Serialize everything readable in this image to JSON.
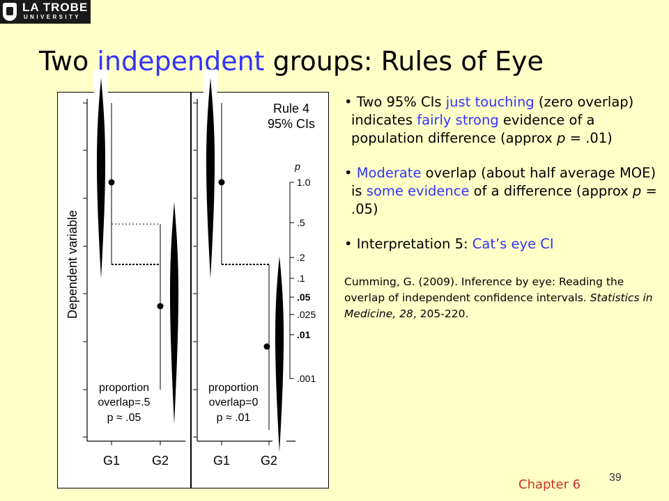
{
  "logo": {
    "line1": "LA TROBE",
    "line2": "UNIVERSITY"
  },
  "title": {
    "part1": "Two ",
    "highlight": "independent",
    "part2": " groups: Rules of Eye"
  },
  "figure": {
    "ylabel": "Dependent variable",
    "rule_title": "Rule 4",
    "rule_subtitle": "95% CIs",
    "p_axis_label": "p",
    "p_ticks": [
      "1.0",
      ".5",
      ".2",
      ".1",
      ".05",
      ".025",
      ".01",
      ".001"
    ],
    "left_panel": {
      "x_labels": [
        "G1",
        "G2"
      ],
      "caption1": "proportion",
      "caption2": "overlap=.5",
      "caption3": "p ≈ .05"
    },
    "right_panel": {
      "x_labels": [
        "G1",
        "G2"
      ],
      "caption1": "proportion",
      "caption2": "overlap=0",
      "caption3": "p ≈ .01"
    }
  },
  "bullets": {
    "b1": {
      "t1": "Two 95% CIs ",
      "h1": "just touching",
      "t2": " (zero overlap) indicates ",
      "h2": "fairly strong",
      "t3": " evidence of a population difference (approx ",
      "pvar": "p",
      "t4": " = .01)"
    },
    "b2": {
      "h1": "Moderate",
      "t1": " overlap (about half average MOE) is ",
      "h2": "some evidence",
      "t2": " of a difference (approx ",
      "pvar": "p",
      "t3": " = .05)"
    },
    "b3": {
      "t1": "Interpretation 5: ",
      "h1": "Cat’s eye CI"
    }
  },
  "reference": {
    "text": "Cumming, G. (2009). Inference by eye: Reading the overlap of independent confidence intervals. ",
    "journal": "Statistics in Medicine, 28",
    "pages": ", 205-220."
  },
  "page_number": "39",
  "chapter": "Chapter 6",
  "colors": {
    "background": "#ffffc8",
    "highlight": "#3333ff",
    "chapter": "#d03020"
  }
}
